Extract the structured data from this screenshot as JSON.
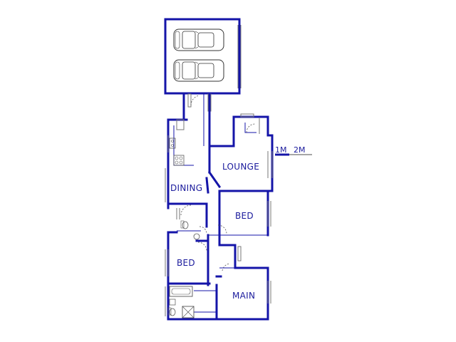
{
  "rooms": {
    "lounge": "LOUNGE",
    "dining": "DINING",
    "bed1": "BED",
    "bed2": "BED",
    "main": "MAIN"
  },
  "scale": {
    "label_1": "1M",
    "label_2": "2M"
  },
  "colors": {
    "wall": "#1414a8",
    "text": "#1a1a9c",
    "fixture": "#555555"
  },
  "icons": [
    "car-icon",
    "car-icon",
    "bathtub-icon",
    "toilet-icon",
    "basin-icon",
    "shower-icon",
    "stove-icon",
    "sink-icon"
  ]
}
